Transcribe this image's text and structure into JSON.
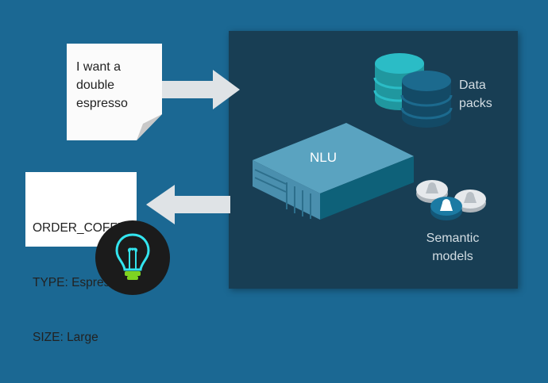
{
  "input": {
    "lines": [
      "I want a",
      "double",
      "espresso"
    ]
  },
  "output": {
    "lines": [
      "ORDER_COFFEE",
      "TYPE: Espresso",
      "SIZE: Large"
    ]
  },
  "nlu": {
    "label": "NLU"
  },
  "data_packs": {
    "lines": [
      "Data",
      "packs"
    ]
  },
  "semantic_models": {
    "lines": [
      "Semantic",
      "models"
    ]
  },
  "icons": {
    "input": "document-icon",
    "output": "lightbulb-icon",
    "data_packs": "database-icon",
    "semantic_models": "user-model-icon",
    "nlu": "server-box-icon"
  },
  "colors": {
    "background": "#1b6893",
    "panel": "#183e54",
    "arrow": "#dfe3e6",
    "database_front": "#1c6a8e",
    "database_back": "#2bbcc6",
    "nlu_top": "#5aa3c0",
    "nlu_side": "#0e6179",
    "bulb_cyan": "#33e5ef",
    "bulb_green": "#7ed321"
  }
}
